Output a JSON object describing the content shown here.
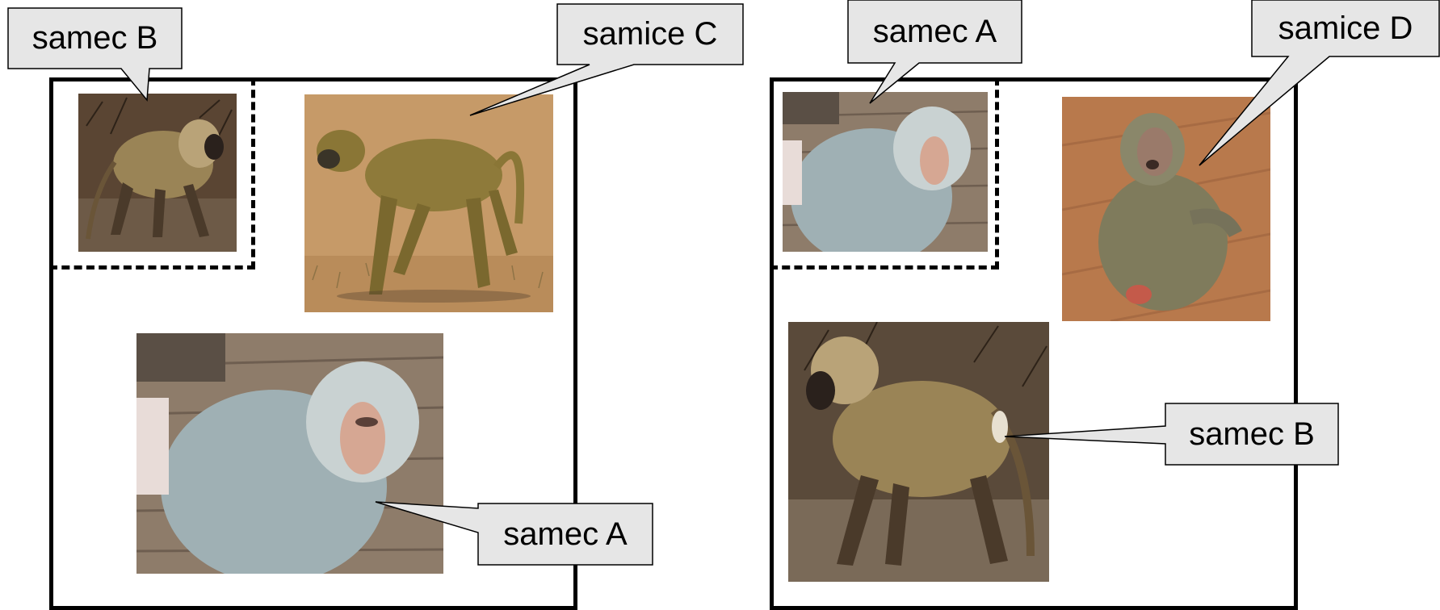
{
  "colors": {
    "callout_fill": "#e6e6e6",
    "callout_stroke": "#000000",
    "frame": "#000000"
  },
  "panels": [
    {
      "photos": [
        {
          "subject": "samec B",
          "icon": "hamadryas-male-olive-photo"
        },
        {
          "subject": "samice C",
          "icon": "yellow-baboon-walking-photo"
        },
        {
          "subject": "samec A",
          "icon": "hamadryas-male-silver-photo"
        }
      ],
      "callouts": [
        {
          "label": "samec B"
        },
        {
          "label": "samice C"
        },
        {
          "label": "samec A"
        }
      ]
    },
    {
      "photos": [
        {
          "subject": "samec A",
          "icon": "hamadryas-male-silver-photo"
        },
        {
          "subject": "samice D",
          "icon": "female-baboon-sitting-photo"
        },
        {
          "subject": "samec B",
          "icon": "hamadryas-male-olive-photo"
        }
      ],
      "callouts": [
        {
          "label": "samec A"
        },
        {
          "label": "samice D"
        },
        {
          "label": "samec B"
        }
      ]
    }
  ]
}
